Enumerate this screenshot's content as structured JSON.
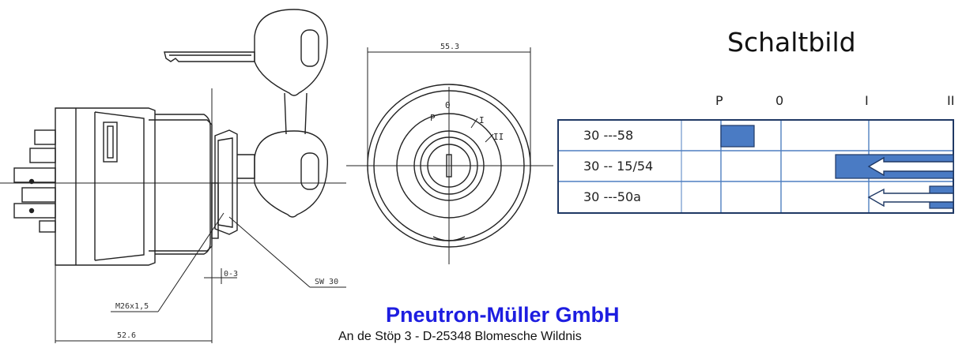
{
  "dimensions": {
    "width_front": "55.3",
    "gap": "0-3",
    "wrench": "SW 30",
    "thread": "M26x1,5",
    "length": "52.6"
  },
  "face_marks": [
    "P",
    "0",
    "I",
    "II"
  ],
  "schaltbild": {
    "title": "Schaltbild",
    "positions": [
      "P",
      "0",
      "I",
      "II"
    ],
    "rows": [
      {
        "label": "30 ---58"
      },
      {
        "label": "30 -- 15/54"
      },
      {
        "label": "30 ---50a"
      }
    ]
  },
  "footer": {
    "company": "Pneutron-Müller GmbH",
    "address": "An de Stöp 3 - D-25348 Blomesche Wildnis"
  },
  "colors": {
    "company": "#1d1de0",
    "switch_fill": "#4a7bc4",
    "grid_line": "#4f7fc0",
    "table_border": "#1f3864"
  }
}
